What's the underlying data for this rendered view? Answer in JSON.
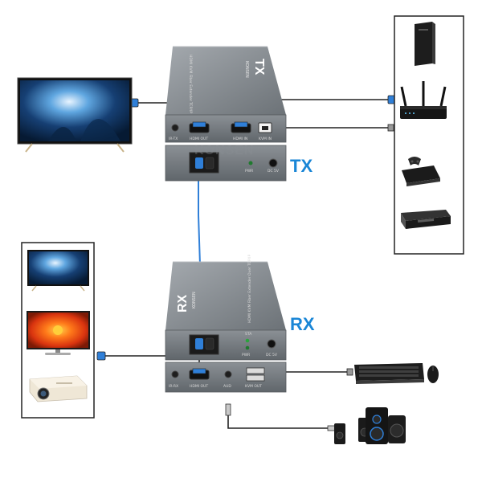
{
  "labels": {
    "tx": "TX",
    "rx": "RX"
  },
  "watermark": "KONSEN",
  "tx_unit": {
    "top_mark": "TX",
    "top_text": "HDMI KVM Fiber Extender TCP/IP",
    "top_sub": "KONSEN",
    "rear_ports": {
      "ir": "IR-TX",
      "hdmi_out": "HDMI OUT",
      "hdmi_in": "HDMI IN",
      "kvm_in": "KVM IN"
    },
    "front_ports": {
      "pwr": "PWR",
      "dc": "DC 5V"
    }
  },
  "rx_unit": {
    "top_mark": "RX",
    "top_text": "HDMI KVM Fiber Extender Over TCP/IP",
    "top_sub": "KONSEN",
    "front_ports": {
      "sta": "STA",
      "pwr": "PWR",
      "dc": "DC 5V"
    },
    "rear_ports": {
      "ir": "IR-RX",
      "hdmi_out": "HDMI OUT",
      "audio": "AUD",
      "kvm_out": "KVM OUT"
    }
  },
  "colors": {
    "accent": "#1a86d6",
    "cable_blue": "#2f7fd8",
    "device_gray": "#7f858a",
    "frame": "#222222"
  },
  "icons": {
    "tx_left_display": "tv-icon",
    "tx_sources": [
      "pc-tower-icon",
      "router-icon",
      "game-console-icon",
      "dvr-icon"
    ],
    "rx_displays": [
      "monitor-icon",
      "tv-icon",
      "projector-icon"
    ],
    "rx_peripherals": [
      "keyboard-icon",
      "mouse-icon",
      "speakers-icon"
    ]
  }
}
